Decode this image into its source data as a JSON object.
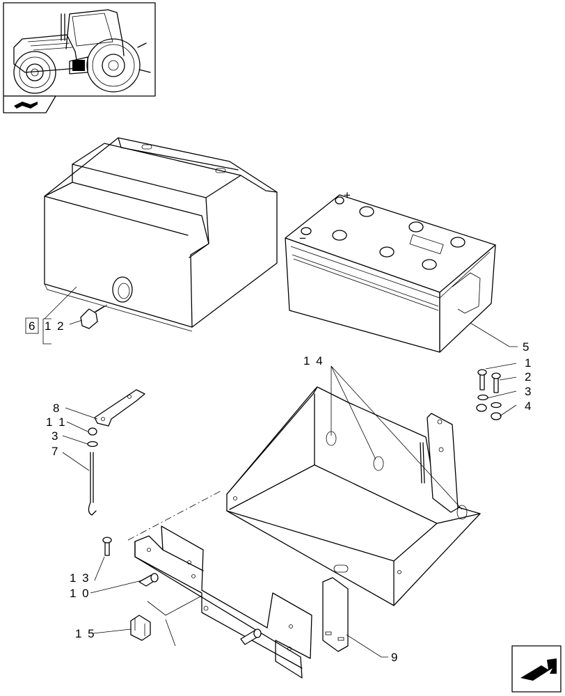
{
  "kit_box_label": "6",
  "callouts": {
    "c1": "1",
    "c2": "2",
    "c3": "3",
    "c4": "4",
    "c5": "5",
    "c7": "7",
    "c8": "8",
    "c9": "9",
    "c10": "1 0",
    "c11": "1 1",
    "c12": "1 2",
    "c13": "1 3",
    "c14": "1 4",
    "c15": "1 5",
    "c3b": "3"
  },
  "battery_terminal_signs": {
    "minus": "−",
    "plus": "+"
  },
  "icons": {
    "thumbnail": "tractor-icon",
    "section": "section-arrow-icon",
    "nav": "next-page-arrow-icon"
  }
}
